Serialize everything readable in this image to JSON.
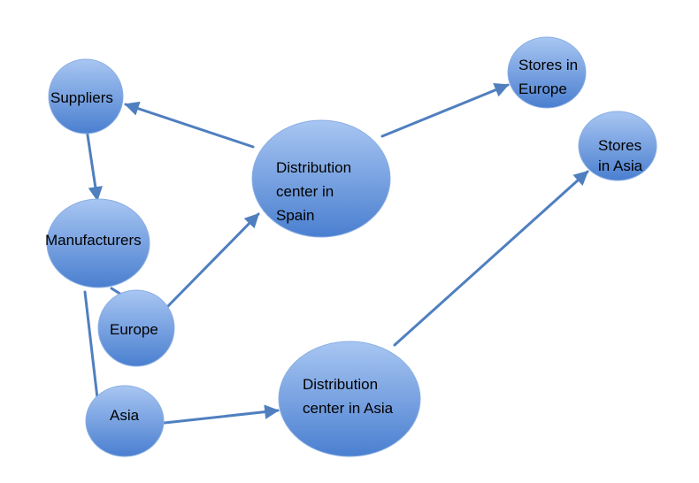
{
  "colors": {
    "node_fill_top": "#a8c6f2",
    "node_fill_bottom": "#4a7fd0",
    "node_stroke": "#8aaee3",
    "edge": "#4f7fbf"
  },
  "nodes": {
    "suppliers": {
      "lines": [
        "Suppliers"
      ]
    },
    "manufacturers": {
      "lines": [
        "Manufacturers"
      ]
    },
    "europe": {
      "lines": [
        "Europe"
      ]
    },
    "asia": {
      "lines": [
        "Asia"
      ]
    },
    "dc_spain": {
      "lines": [
        "Distribution",
        "center in",
        "Spain"
      ]
    },
    "dc_asia": {
      "lines": [
        "Distribution",
        "center in Asia"
      ]
    },
    "stores_europe": {
      "lines": [
        "Stores in",
        "Europe"
      ]
    },
    "stores_asia": {
      "lines": [
        "Stores",
        "in Asia"
      ]
    }
  },
  "edges": [
    {
      "from": "dc_spain",
      "to": "suppliers",
      "arrow": true
    },
    {
      "from": "dc_spain",
      "to": "stores_europe",
      "arrow": true
    },
    {
      "from": "suppliers",
      "to": "manufacturers",
      "arrow": true
    },
    {
      "from": "manufacturers",
      "to": "europe",
      "arrow": false
    },
    {
      "from": "manufacturers",
      "to": "asia",
      "arrow": false
    },
    {
      "from": "europe",
      "to": "dc_spain",
      "arrow": true
    },
    {
      "from": "asia",
      "to": "dc_asia",
      "arrow": true
    },
    {
      "from": "dc_asia",
      "to": "stores_asia",
      "arrow": true
    }
  ]
}
